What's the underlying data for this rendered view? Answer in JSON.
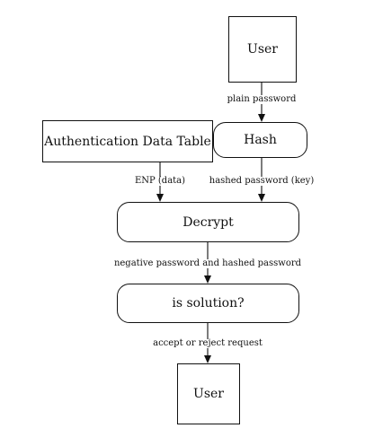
{
  "nodes": {
    "user_top": "User",
    "auth_table": "Authentication Data Table",
    "hash": "Hash",
    "decrypt": "Decrypt",
    "is_solution": "is solution?",
    "user_bottom": "User"
  },
  "edges": {
    "plain_password": "plain password",
    "enp_data": "ENP (data)",
    "hashed_password_key": "hashed password (key)",
    "negative_and_hashed": "negative password and hashed password",
    "accept_or_reject": "accept or reject request"
  }
}
